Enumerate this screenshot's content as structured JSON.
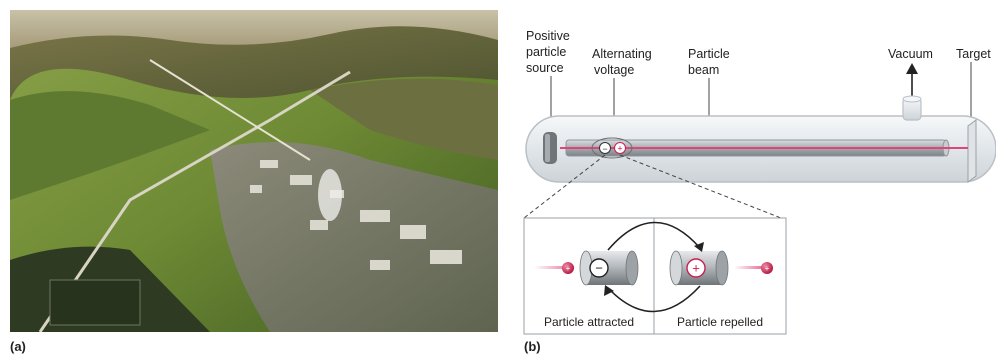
{
  "panel_a": {
    "label": "(a)",
    "photo_subject": "aerial-landscape-photo"
  },
  "panel_b": {
    "label": "(b)",
    "labels": {
      "source_line1": "Positive",
      "source_line2": "particle",
      "source_line3": "source",
      "voltage_line1": "Alternating",
      "voltage_line2": "voltage",
      "beam_line1": "Particle",
      "beam_line2": "beam",
      "vacuum": "Vacuum",
      "target": "Target"
    },
    "inset": {
      "left_caption": "Particle attracted",
      "right_caption": "Particle repelled",
      "minus_symbol": "−",
      "plus_symbol": "+"
    }
  },
  "colors": {
    "beam": "#e0457a",
    "particle": "#c8204e",
    "tube_fill": "#e8ecef",
    "tube_stroke": "#b9c0c6",
    "electrode": "#8e959b"
  }
}
